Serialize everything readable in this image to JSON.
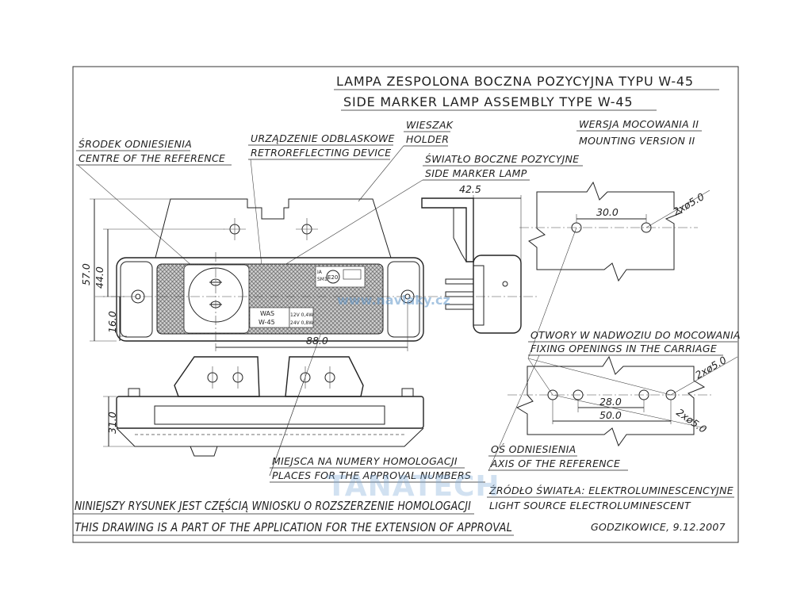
{
  "title": {
    "line1": "LAMPA ZESPOLONA BOCZNA POZYCYJNA TYPU W-45",
    "line2": "SIDE MARKER LAMP ASSEMBLY TYPE W-45"
  },
  "version": {
    "pl": "WERSJA MOCOWANIA II",
    "en": "MOUNTING VERSION II"
  },
  "callouts": {
    "centre_pl": "ŚRODEK ODNIESIENIA",
    "centre_en": "CENTRE OF THE REFERENCE",
    "retro_pl": "URZĄDZENIE ODBLASKOWE",
    "retro_en": "RETROREFLECTING DEVICE",
    "holder_pl": "WIESZAK",
    "holder_en": "HOLDER",
    "lamp_pl": "ŚWIATŁO BOCZNE POZYCYJNE",
    "lamp_en": "SIDE MARKER LAMP",
    "openings_pl": "OTWORY W NADWOZIU DO MOCOWANIA",
    "openings_en": "FIXING OPENINGS IN THE CARRIAGE",
    "axis_pl": "OŚ ODNIESIENIA",
    "axis_en": "AXIS OF THE REFERENCE",
    "places_pl": "MIEJSCA NA NUMERY HOMOLOGACJI",
    "places_en": "PLACES FOR THE APPROVAL NUMBERS",
    "source_pl": "ŹRÓDŁO ŚWIATŁA: ELEKTROLUMINESCENCYJNE",
    "source_en": "LIGHT SOURCE ELECTROLUMINESCENT"
  },
  "dimensions": {
    "h57": "57.0",
    "h44": "44.0",
    "h16": "16.0",
    "w88": "88.0",
    "w42": "42.5",
    "h31": "31.0",
    "hole30": "30.0",
    "holes2": "2xø5.0",
    "holes2b": "2xø5.0",
    "holes2c": "2xø5.0",
    "hole28": "28.0",
    "hole50": "50.0"
  },
  "lamp_markings": {
    "maker": "WAS",
    "model": "W-45",
    "v12": "12V 0,4W",
    "v24": "24V 0,8W",
    "code": "E20",
    "class_a": "IA",
    "class_sm": "SM1"
  },
  "footer": {
    "note_pl": "NINIEJSZY RYSUNEK JEST CZĘŚCIĄ WNIOSKU O ROZSZERZENIE HOMOLOGACJI",
    "note_en": "THIS DRAWING IS A PART OF THE APPLICATION FOR THE EXTENSION OF APPROVAL",
    "place_date": "GODZIKOWICE, 9.12.2007"
  },
  "watermarks": {
    "site": "www.navlaky.cz",
    "brand": "TANATECH"
  }
}
